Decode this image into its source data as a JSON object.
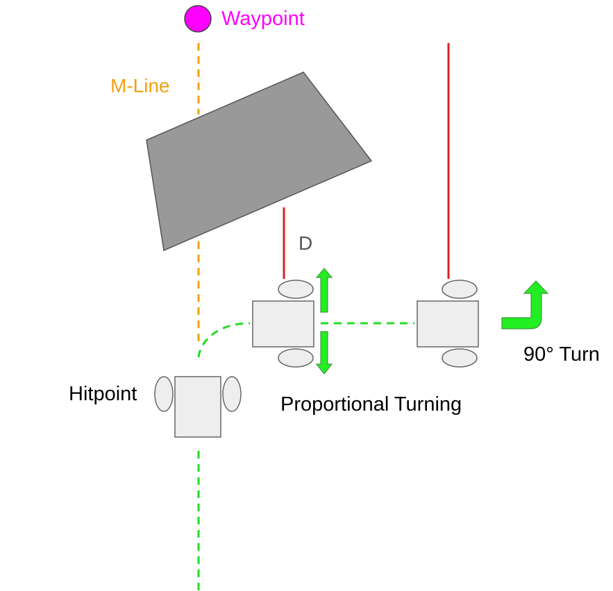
{
  "labels": {
    "waypoint": "Waypoint",
    "m_line": "M-Line",
    "distance": "D",
    "hitpoint": "Hitpoint",
    "proportional_turning": "Proportional Turning",
    "turn_90": "90° Turn"
  },
  "colors": {
    "waypoint": "#ff00ff",
    "m_line": "#f4a012",
    "distance_text": "#555555",
    "green_path": "#22dd22",
    "sensor_ray": "#e02020",
    "obstacle_fill": "#999999",
    "obstacle_stroke": "#555555",
    "robot_fill": "#eeeeee",
    "robot_stroke": "#666666",
    "arrow_fill": "#22ee22",
    "arrow_stroke": "#449944"
  },
  "icons": {
    "up_down_arrows": "double-vertical-arrow-icon",
    "turn_arrow": "right-angle-turn-arrow-icon"
  }
}
